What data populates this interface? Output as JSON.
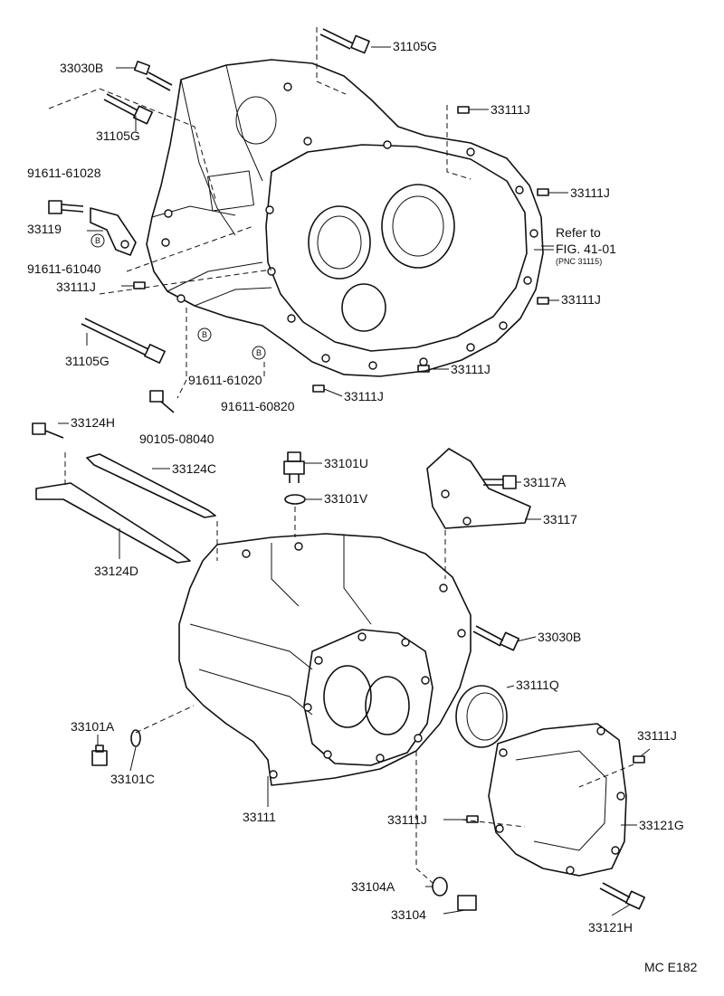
{
  "labels": {
    "p_33030B_top": "33030B",
    "p_31105G_top": "31105G",
    "p_31105G_left": "31105G",
    "p_33111J_a": "33111J",
    "p_91611_61028": "91611-61028",
    "p_33119": "33119",
    "p_91611_61040": "91611-61040",
    "p_33111J_b": "33111J",
    "p_31105G_bot": "31105G",
    "p_33111J_c": "33111J",
    "p_refer": "Refer to",
    "p_fig": "FIG. 41-01",
    "p_pnc": "(PNC 31115)",
    "p_33111J_d": "33111J",
    "p_33111J_e": "33111J",
    "p_91611_61020": "91611-61020",
    "p_33111J_f": "33111J",
    "p_91611_60820": "91611-60820",
    "p_90105_08040": "90105-08040",
    "p_33124H": "33124H",
    "p_33124C": "33124C",
    "p_33101U": "33101U",
    "p_33101V": "33101V",
    "p_33117A": "33117A",
    "p_33117": "33117",
    "p_33124D": "33124D",
    "p_33030B_mid": "33030B",
    "p_33111Q": "33111Q",
    "p_33101A": "33101A",
    "p_33101C": "33101C",
    "p_33111J_g": "33111J",
    "p_33111": "33111",
    "p_33111J_h": "33111J",
    "p_33121G": "33121G",
    "p_33104A": "33104A",
    "p_33104": "33104",
    "p_33121H": "33121H",
    "p_code": "MC E182"
  },
  "marker": "B"
}
